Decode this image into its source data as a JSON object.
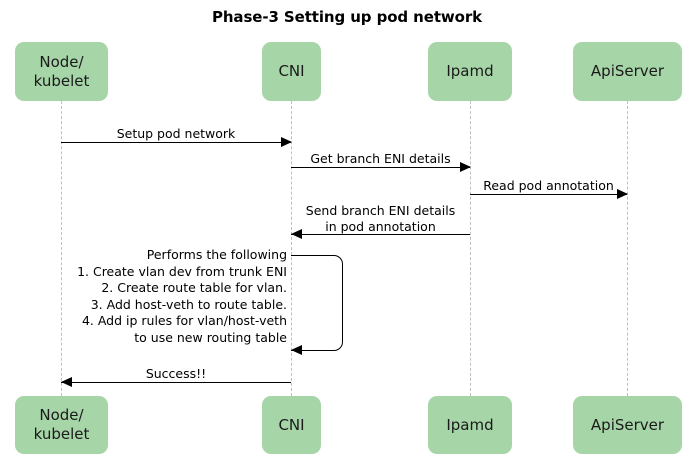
{
  "title": "Phase-3 Setting up pod network",
  "diagram": {
    "type": "sequence-diagram",
    "participants": [
      {
        "id": "node-kubelet",
        "label": "Node/\nkubelet"
      },
      {
        "id": "cni",
        "label": "CNI"
      },
      {
        "id": "ipamd",
        "label": "Ipamd"
      },
      {
        "id": "apiserver",
        "label": "ApiServer"
      }
    ],
    "messages": [
      {
        "id": "setup-pod-network",
        "label": "Setup pod network",
        "from": "node-kubelet",
        "to": "cni",
        "direction": "right"
      },
      {
        "id": "get-branch-eni-details",
        "label": "Get branch ENI details",
        "from": "cni",
        "to": "ipamd",
        "direction": "right"
      },
      {
        "id": "read-pod-annotation",
        "label": "Read pod annotation",
        "from": "ipamd",
        "to": "apiserver",
        "direction": "right"
      },
      {
        "id": "send-branch-eni-details",
        "label": "Send branch ENI details\nin pod annotation",
        "from": "ipamd",
        "to": "cni",
        "direction": "left"
      },
      {
        "id": "success",
        "label": "Success!!",
        "from": "cni",
        "to": "node-kubelet",
        "direction": "left"
      }
    ],
    "self_message": {
      "id": "cni-performs-the-following",
      "participant": "cni",
      "heading": "Performs the following",
      "steps": [
        "1. Create vlan dev from trunk ENI",
        "2. Create route table for vlan.",
        "3. Add host-veth to route table.",
        "4. Add ip rules for vlan/host-veth",
        "to use new routing table"
      ],
      "note_text": "Performs the following\n1. Create vlan dev from trunk ENI\n2. Create route table for vlan.\n3. Add host-veth to route table.\n4. Add ip rules for vlan/host-veth\nto use new routing table"
    },
    "colors": {
      "participant_fill": "#a6d5a8",
      "line": "#000000",
      "lifeline": "#bfbfbf",
      "text": "#000000",
      "background": "#ffffff"
    }
  }
}
